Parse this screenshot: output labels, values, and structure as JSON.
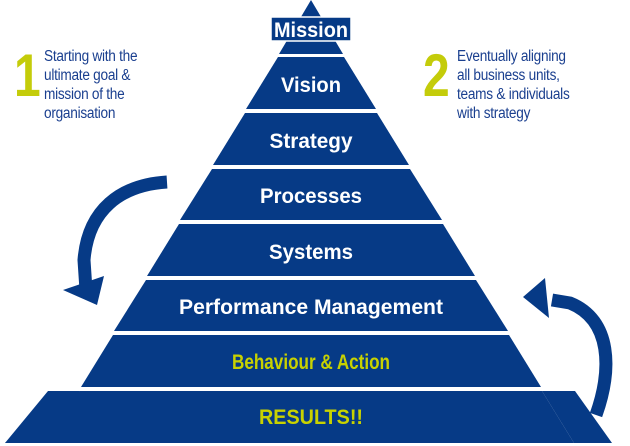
{
  "colors": {
    "pyramid": "#063a86",
    "label_white": "#ffffff",
    "label_yellow": "#c8d200",
    "note_text": "#1a3f8f",
    "number": "#c4cc0a"
  },
  "pyramid": {
    "tiers": [
      {
        "label": "Mission",
        "color": "white"
      },
      {
        "label": "Vision",
        "color": "white"
      },
      {
        "label": "Strategy",
        "color": "white"
      },
      {
        "label": "Processes",
        "color": "white"
      },
      {
        "label": "Systems",
        "color": "white"
      },
      {
        "label": "Performance Management",
        "color": "white"
      },
      {
        "label": "Behaviour & Action",
        "color": "yellow"
      },
      {
        "label": "RESULTS!!",
        "color": "yellow"
      }
    ]
  },
  "notes": [
    {
      "number": "1",
      "text_lines": [
        "Starting with the",
        "ultimate goal &",
        "mission of the",
        "organisation"
      ]
    },
    {
      "number": "2",
      "text_lines": [
        "Eventually aligning",
        "all business units,",
        "teams & individuals",
        "with strategy"
      ]
    }
  ],
  "arrows": [
    {
      "name": "downward-curved-arrow",
      "direction": "down"
    },
    {
      "name": "upward-curved-arrow",
      "direction": "up"
    }
  ]
}
